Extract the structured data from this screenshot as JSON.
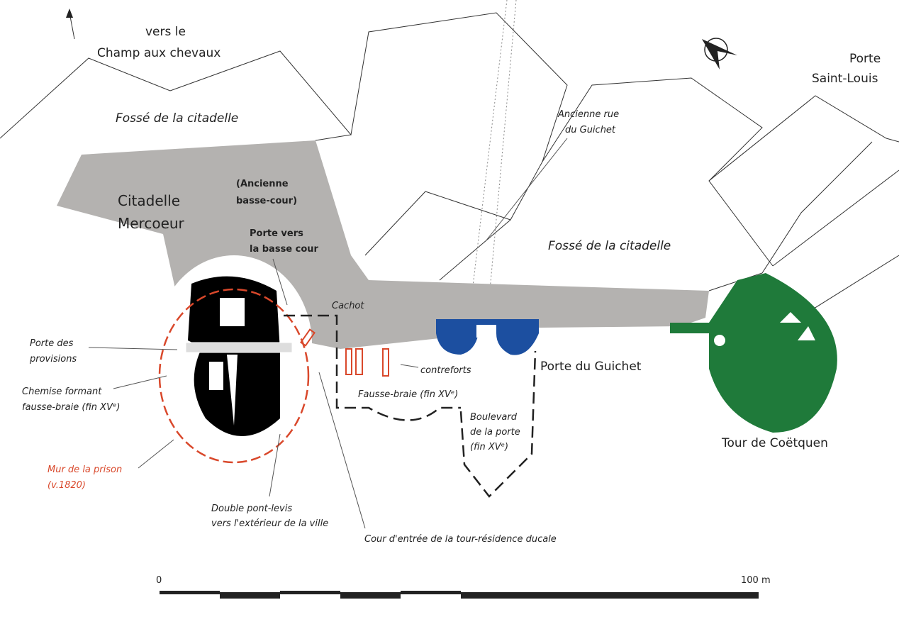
{
  "labels": {
    "vers_le": "vers le",
    "champ": "Champ aux chevaux",
    "fosse_top": "Fossé de la citadelle",
    "fosse_right": "Fossé de la citadelle",
    "porte_saint_louis_1": "Porte",
    "porte_saint_louis_2": "Saint-Louis",
    "ancienne_rue_1": "Ancienne rue",
    "ancienne_rue_2": "du Guichet",
    "basse_cour_1": "(Ancienne",
    "basse_cour_2": "basse-cour)",
    "citadelle_1": "Citadelle",
    "citadelle_2": "Mercoeur",
    "porte_vers_1": "Porte vers",
    "porte_vers_2": "la basse cour",
    "cachot": "Cachot",
    "porte_provisions_1": "Porte des",
    "porte_provisions_2": "provisions",
    "chemise_1": "Chemise formant",
    "chemise_2": "fausse-braie (fin XVᵉ)",
    "mur_prison_1": "Mur de la prison",
    "mur_prison_2": "(v.1820)",
    "double_pont_1": "Double pont-levis",
    "double_pont_2": "vers l'extérieur de la ville",
    "cour_entree": "Cour d'entrée de la tour-résidence ducale",
    "contreforts": "contreforts",
    "fausse_braie": "Fausse-braie (fin XVᵉ)",
    "boulevard_1": "Boulevard",
    "boulevard_2": "de la porte",
    "boulevard_3": "(fin XVᵉ)",
    "porte_guichet": "Porte du Guichet",
    "tour_coetquen": "Tour de Coëtquen"
  },
  "scale": {
    "start": "0",
    "end": "100 m"
  },
  "colors": {
    "citadel": "#b4b2b0",
    "guichet": "#1c4fa0",
    "coetquen": "#1f7a3a",
    "prison": "#d9482b",
    "tower": "#000000"
  }
}
